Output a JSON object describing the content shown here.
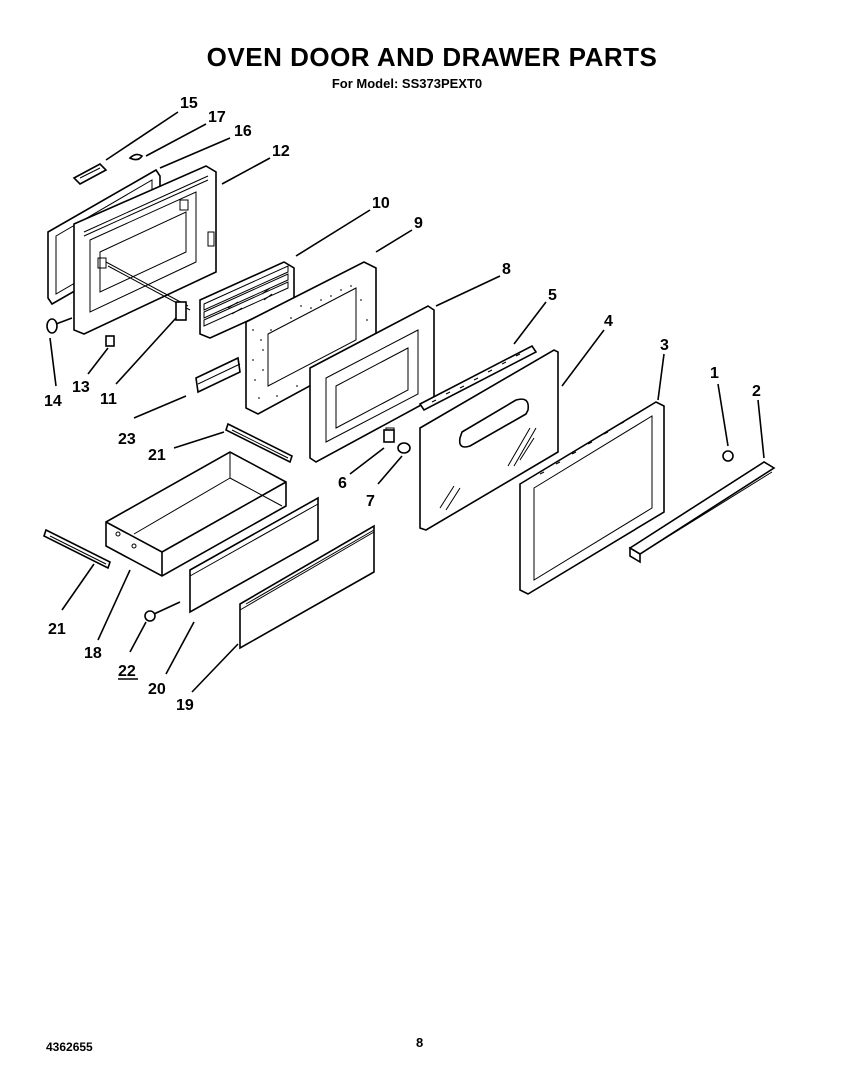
{
  "title": "OVEN DOOR AND DRAWER PARTS",
  "subtitle": "For Model: SS373PEXT0",
  "doc_number": "4362655",
  "page_number": "8",
  "callouts": [
    {
      "id": "15",
      "label": "15"
    },
    {
      "id": "17",
      "label": "17"
    },
    {
      "id": "16",
      "label": "16"
    },
    {
      "id": "12",
      "label": "12"
    },
    {
      "id": "10",
      "label": "10"
    },
    {
      "id": "9",
      "label": "9"
    },
    {
      "id": "8",
      "label": "8"
    },
    {
      "id": "5",
      "label": "5"
    },
    {
      "id": "4",
      "label": "4"
    },
    {
      "id": "3",
      "label": "3"
    },
    {
      "id": "1",
      "label": "1"
    },
    {
      "id": "2",
      "label": "2"
    },
    {
      "id": "14",
      "label": "14"
    },
    {
      "id": "13",
      "label": "13"
    },
    {
      "id": "11",
      "label": "11"
    },
    {
      "id": "23",
      "label": "23"
    },
    {
      "id": "21a",
      "label": "21"
    },
    {
      "id": "6",
      "label": "6"
    },
    {
      "id": "7",
      "label": "7"
    },
    {
      "id": "21b",
      "label": "21"
    },
    {
      "id": "18",
      "label": "18"
    },
    {
      "id": "22",
      "label": "22"
    },
    {
      "id": "20",
      "label": "20"
    },
    {
      "id": "19",
      "label": "19"
    }
  ]
}
